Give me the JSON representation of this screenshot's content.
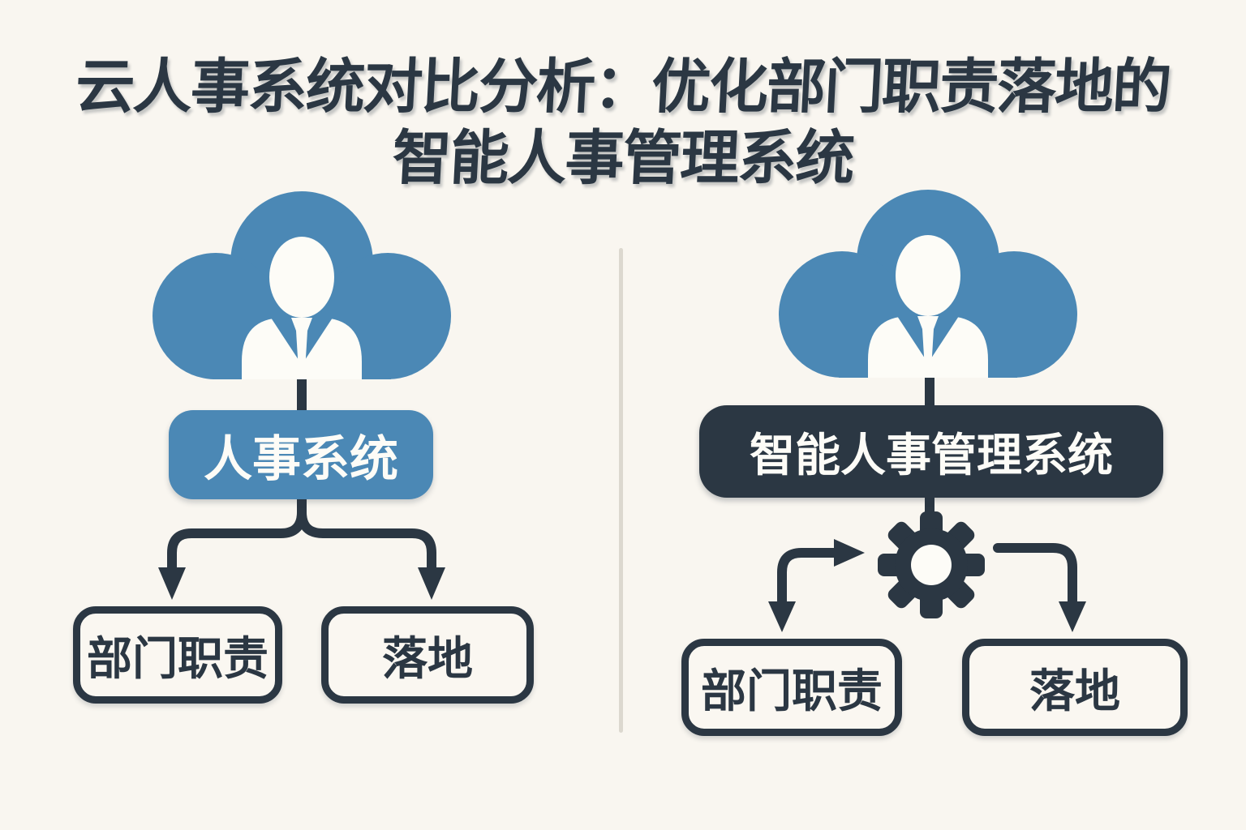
{
  "title": {
    "line1": "云人事系统对比分析：优化部门职责落地的",
    "line2": "智能人事管理系统"
  },
  "left_panel": {
    "cloud_icon": "cloud-with-businessperson-icon",
    "system_label": "人事系统",
    "children": [
      "部门职责",
      "落地"
    ]
  },
  "right_panel": {
    "cloud_icon": "cloud-with-businessperson-icon",
    "system_label": "智能人事管理系统",
    "process_icon": "gear-icon",
    "children": [
      "部门职责",
      "落地"
    ]
  },
  "colors": {
    "background": "#f9f6f0",
    "accent_blue": "#4b88b5",
    "dark_navy": "#2b3743",
    "divider_gray": "#dcd8cf",
    "icon_white": "#fdfcf7"
  }
}
